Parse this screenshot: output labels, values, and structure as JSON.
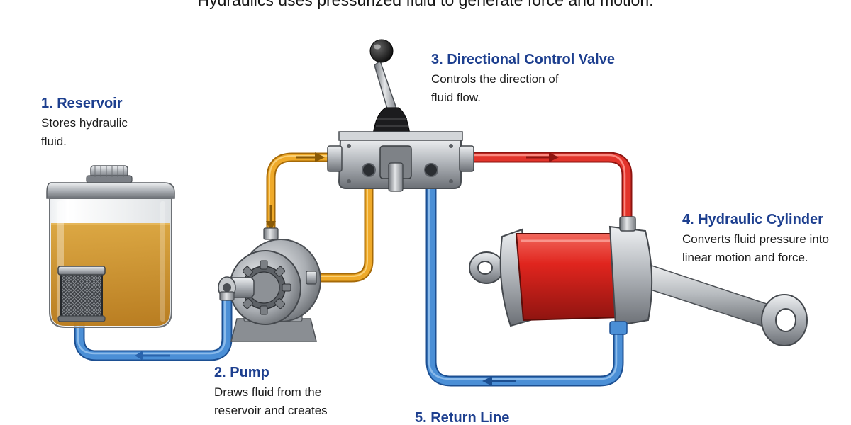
{
  "header": {
    "title": "Hydraulics uses pressurized fluid to generate force and motion."
  },
  "labels": {
    "reservoir": {
      "title": "1. Reservoir",
      "desc": "Stores hydraulic fluid."
    },
    "pump": {
      "title": "2. Pump",
      "desc": "Draws fluid from the reservoir and creates"
    },
    "valve": {
      "title": "3. Directional Control Valve",
      "desc": "Controls the direction of fluid flow."
    },
    "cylinder": {
      "title": "4. Hydraulic Cylinder",
      "desc": "Converts fluid pressure into linear motion and force."
    },
    "return": {
      "title": "5. Return Line"
    }
  },
  "colors": {
    "title_blue": "#1d3f8f",
    "pressure_red": "#d62a22",
    "suction_orange": "#e8a020",
    "return_blue": "#3f7fc9",
    "hydraulic_fluid": "#c98a1a",
    "metal": "#a3a7ac"
  },
  "icons": [
    "reservoir-tank",
    "filter-strainer",
    "gear-pump",
    "control-lever",
    "directional-valve",
    "hydraulic-cylinder",
    "piston-rod",
    "flow-arrow"
  ]
}
